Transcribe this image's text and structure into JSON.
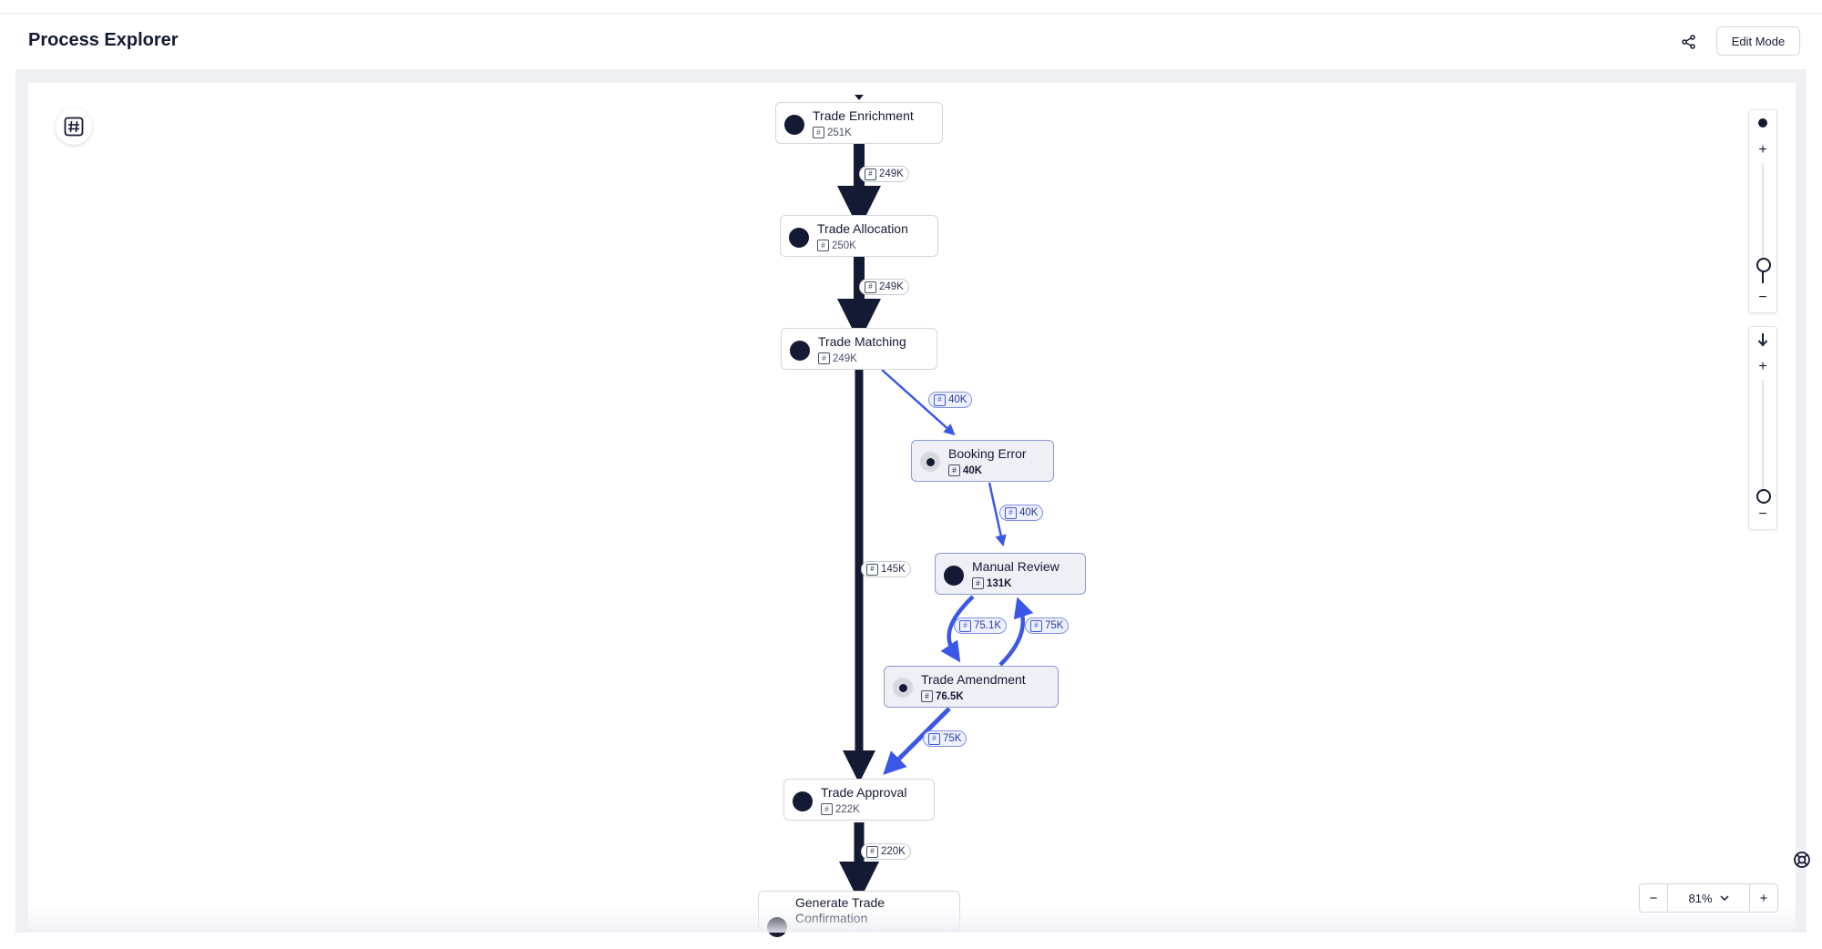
{
  "header": {
    "title": "Process Explorer",
    "share_icon": "share-icon",
    "edit_mode_label": "Edit Mode"
  },
  "canvas": {
    "metric_toggle_icon": "hash-icon"
  },
  "nodes": [
    {
      "id": "trade-enrichment",
      "name": "Trade Enrichment",
      "count": "251K",
      "highlight": false
    },
    {
      "id": "trade-allocation",
      "name": "Trade Allocation",
      "count": "250K",
      "highlight": false
    },
    {
      "id": "trade-matching",
      "name": "Trade Matching",
      "count": "249K",
      "highlight": false
    },
    {
      "id": "booking-error",
      "name": "Booking Error",
      "count": "40K",
      "highlight": true
    },
    {
      "id": "manual-review",
      "name": "Manual Review",
      "count": "131K",
      "highlight": true
    },
    {
      "id": "trade-amendment",
      "name": "Trade Amendment",
      "count": "76.5K",
      "highlight": true
    },
    {
      "id": "trade-approval",
      "name": "Trade Approval",
      "count": "222K",
      "highlight": false
    },
    {
      "id": "generate-trade-confirmation",
      "name": "Generate Trade Confirmation",
      "count": "",
      "highlight": false
    }
  ],
  "edges": [
    {
      "from": "trade-enrichment",
      "to": "trade-allocation",
      "label": "249K",
      "color": "#141a33"
    },
    {
      "from": "trade-allocation",
      "to": "trade-matching",
      "label": "249K",
      "color": "#141a33"
    },
    {
      "from": "trade-matching",
      "to": "booking-error",
      "label": "40K",
      "color": "#3b57e8"
    },
    {
      "from": "booking-error",
      "to": "manual-review",
      "label": "40K",
      "color": "#3b57e8"
    },
    {
      "from": "trade-matching",
      "to": "trade-approval",
      "label": "145K",
      "color": "#141a33"
    },
    {
      "from": "manual-review",
      "to": "trade-amendment",
      "label": "75.1K",
      "color": "#3b57e8"
    },
    {
      "from": "trade-amendment",
      "to": "manual-review",
      "label": "75K",
      "color": "#3b57e8"
    },
    {
      "from": "trade-amendment",
      "to": "trade-approval",
      "label": "75K",
      "color": "#3b57e8"
    },
    {
      "from": "trade-approval",
      "to": "generate-trade-confirmation",
      "label": "220K",
      "color": "#141a33"
    }
  ],
  "right_controls": {
    "activities_slider": {
      "top_icon": "filled-dot-icon",
      "plus": "+",
      "minus": "−",
      "level": 0.17
    },
    "paths_slider": {
      "top_icon": "arrow-down-icon",
      "plus": "+",
      "minus": "−",
      "level": 0.0
    }
  },
  "help_icon": "lifebuoy-icon",
  "zoom": {
    "minus": "−",
    "value": "81%",
    "plus": "+"
  },
  "colors": {
    "dark": "#141a33",
    "accent_blue": "#3b57e8",
    "highlight_bg": "#eef0f6"
  }
}
